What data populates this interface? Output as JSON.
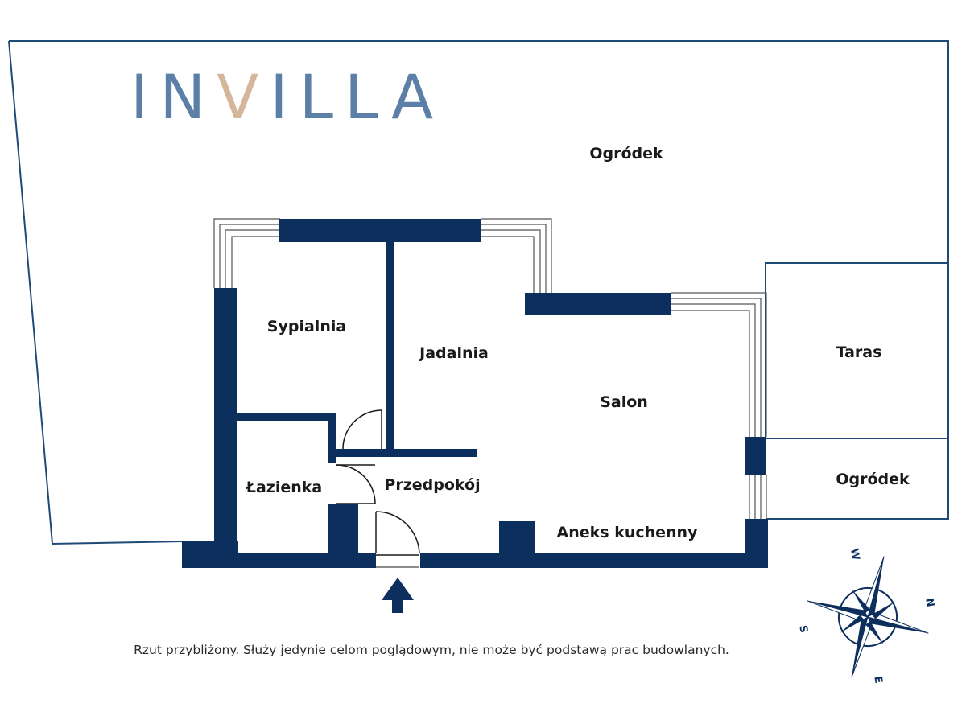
{
  "brand": {
    "logo_part1": "IN",
    "logo_accent": "V",
    "logo_part2": "ILLA",
    "logo_text_color": "#5b7fa6",
    "logo_accent_color": "#d4b79a"
  },
  "rooms": {
    "garden_top": "Ogródek",
    "bedroom": "Sypialnia",
    "dining": "Jadalnia",
    "living": "Salon",
    "terrace": "Taras",
    "garden_right": "Ogródek",
    "bathroom": "Łazienka",
    "hallway": "Przedpokój",
    "kitchenette": "Aneks kuchenny"
  },
  "disclaimer": "Rzut przybliżony. Służy jedynie celom poglądowym, nie może być podstawą prac budowlanych.",
  "compass": {
    "n": "N",
    "s": "S",
    "e": "E",
    "w": "W"
  },
  "colors": {
    "wall": "#0d2f5e",
    "outline": "#1f4a78",
    "window": "#555555"
  }
}
